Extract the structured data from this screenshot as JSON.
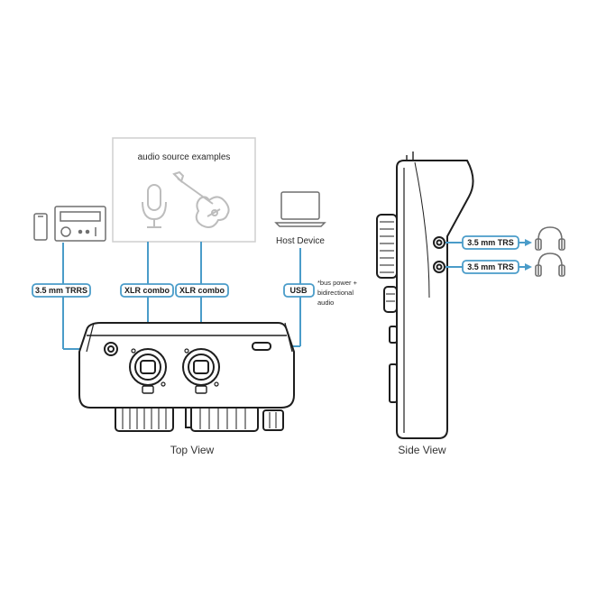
{
  "colors": {
    "accent": "#4a9cc9",
    "device_outline": "#1e1e1e",
    "source_gray": "#bdbdbd",
    "box_border": "#cfcfcf"
  },
  "top_view": {
    "source_box_title": "audio source examples",
    "host_device_label": "Host Device",
    "bus_power_note_line1": "*bus power +",
    "bus_power_note_line2": "bidirectional",
    "bus_power_note_line3": "audio",
    "connectors": {
      "trrs": "3.5 mm TRRS",
      "xlr1": "XLR combo",
      "xlr2": "XLR combo",
      "usb": "USB"
    },
    "caption": "Top View",
    "icons": [
      "smartphone-icon",
      "radio-icon",
      "microphone-icon",
      "guitar-icon",
      "laptop-icon"
    ]
  },
  "side_view": {
    "connectors": {
      "trs1": "3.5 mm TRS",
      "trs2": "3.5 mm TRS"
    },
    "caption": "Side View",
    "icons": [
      "headphones-icon",
      "headphones-icon"
    ]
  }
}
